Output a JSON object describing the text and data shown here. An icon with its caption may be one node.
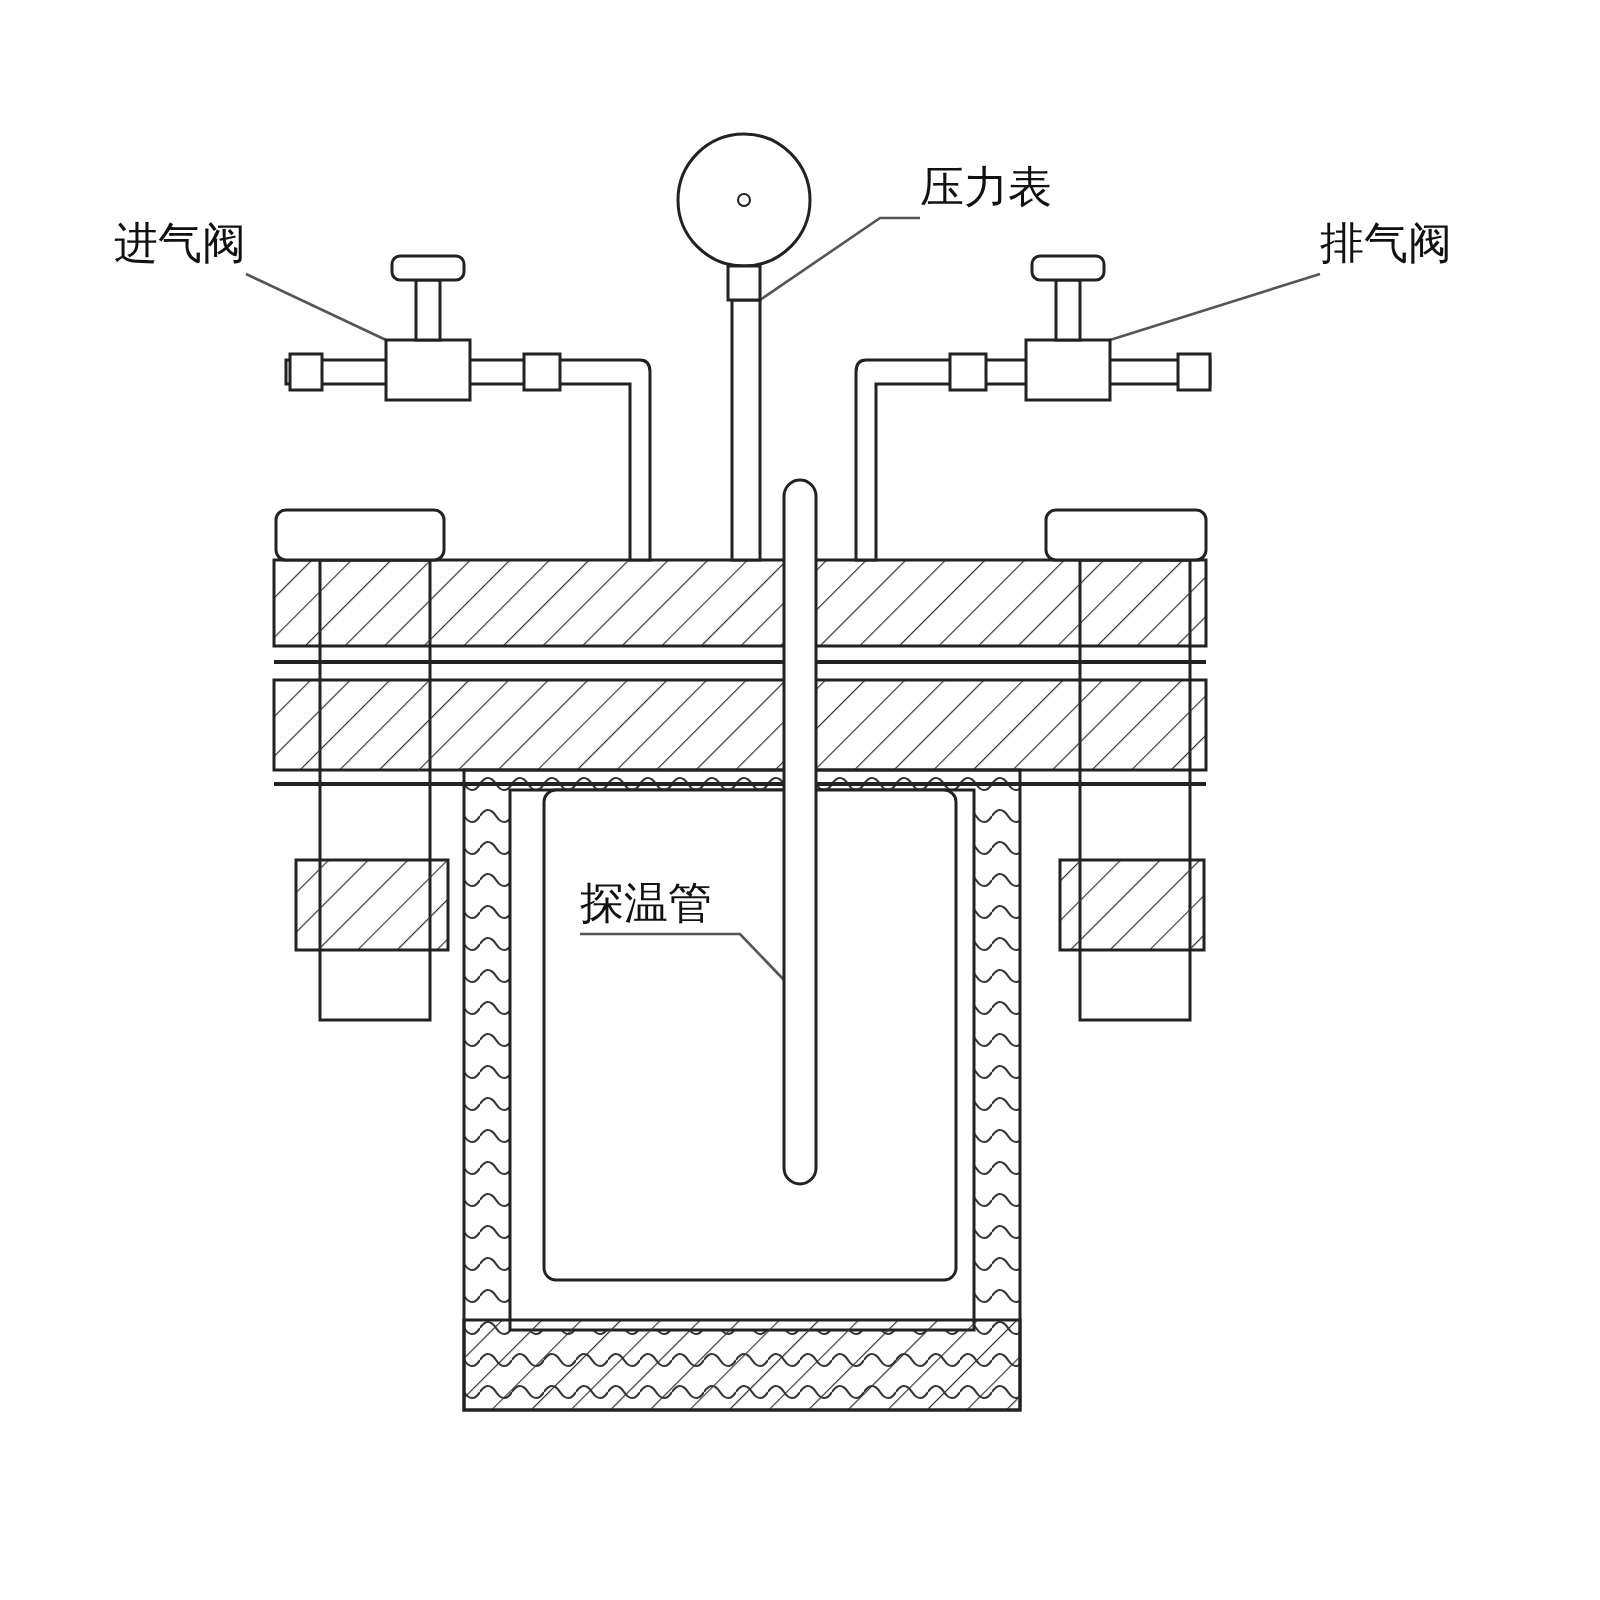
{
  "diagram": {
    "nodes": [
      {
        "text": [
          "进气阀"
        ]
      },
      {
        "text": [],
        "shape": "picture"
      },
      {
        "text": [
          "压力表"
        ]
      },
      {
        "text": [],
        "shape": "picture"
      },
      {
        "text": [
          "排气阀"
        ]
      },
      {
        "text": [],
        "shape": "picture"
      },
      {
        "text": [
          "探温管"
        ]
      },
      {
        "text": [],
        "shape": "bar"
      }
    ],
    "edges": [
      {
        "from": 0,
        "to": 1,
        "arrow": "none"
      },
      {
        "from": 2,
        "to": 3,
        "arrow": "none"
      },
      {
        "from": 4,
        "to": 5,
        "arrow": "none"
      },
      {
        "from": 6,
        "to": 7,
        "arrow": "none"
      }
    ]
  }
}
